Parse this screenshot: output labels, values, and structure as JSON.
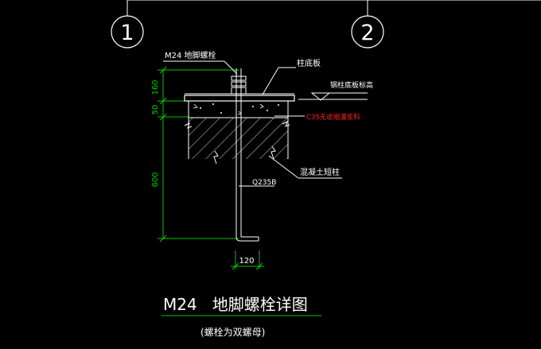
{
  "colors": {
    "background": "#000000",
    "line": "#ffffff",
    "dimension": "#00c800",
    "note": "#ff2020",
    "title_underline": "#00c800"
  },
  "grid": {
    "axis_1": "1",
    "axis_2": "2"
  },
  "labels": {
    "anchor_bolt": "M24 地脚螺栓",
    "base_plate": "柱底板",
    "column_base_elevation": "钢柱底板标高",
    "grout": "C35无收缩灌浆料",
    "concrete_column": "混凝土短柱",
    "bolt_material": "Q235B"
  },
  "dimensions": {
    "d160": "160",
    "d50": "50",
    "d600": "600",
    "d120": "120"
  },
  "title": {
    "main": "M24   地脚螺栓详图",
    "sub": "(螺栓为双螺母)"
  }
}
